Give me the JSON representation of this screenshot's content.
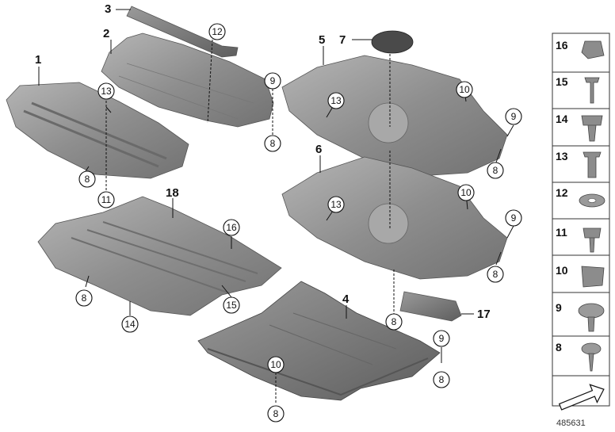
{
  "diagram_id": "485631",
  "part_labels": [
    "1",
    "2",
    "3",
    "4",
    "5",
    "6",
    "7",
    "17",
    "18"
  ],
  "callouts": [
    "8",
    "8",
    "8",
    "8",
    "8",
    "8",
    "8",
    "8",
    "8",
    "9",
    "9",
    "9",
    "9",
    "10",
    "10",
    "10",
    "11",
    "12",
    "13",
    "13",
    "13",
    "14",
    "15",
    "16"
  ],
  "legend": {
    "items": [
      {
        "number": "16"
      },
      {
        "number": "15"
      },
      {
        "number": "14"
      },
      {
        "number": "13"
      },
      {
        "number": "12"
      },
      {
        "number": "11"
      },
      {
        "number": "10"
      },
      {
        "number": "9"
      },
      {
        "number": "8"
      }
    ]
  },
  "colors": {
    "panel_fill": "#8d8d8d",
    "panel_dark": "#6f6f6f",
    "panel_light": "#b4b4b4",
    "line": "#111111"
  }
}
